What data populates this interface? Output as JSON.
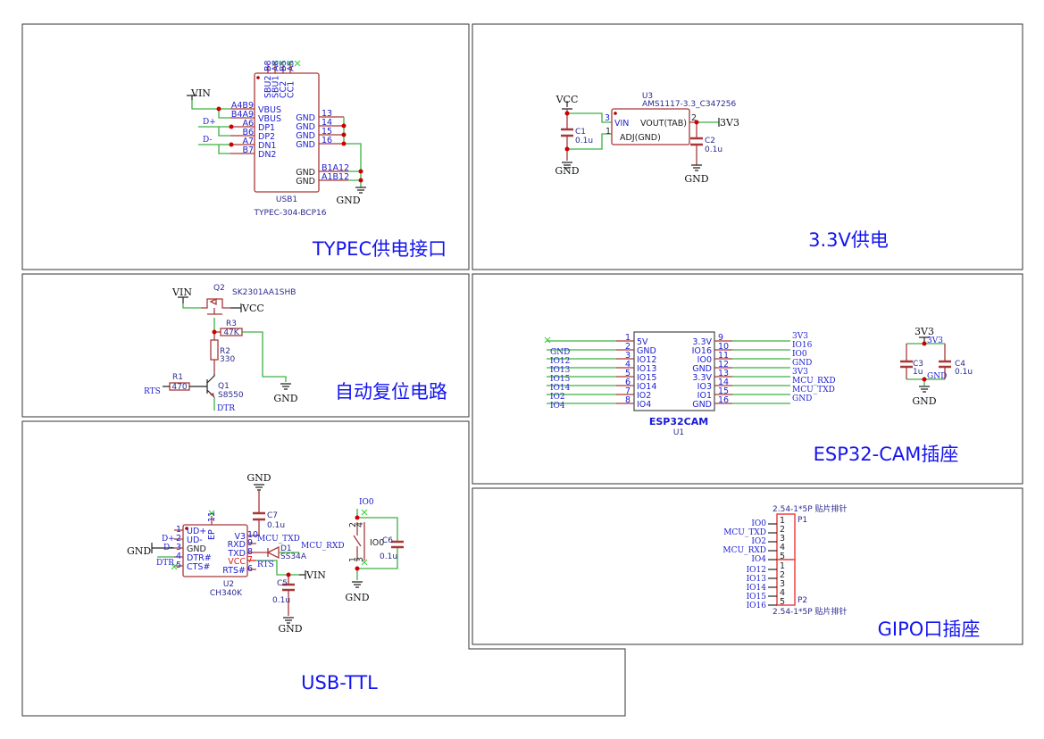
{
  "panels": {
    "typec": "TYPEC供电接口",
    "ldo": "3.3V供电",
    "reset": "自动复位电路",
    "esp": "ESP32-CAM插座",
    "usbttl": "USB-TTL",
    "gpio": "GIPO口插座"
  },
  "usb1": {
    "ref": "USB1",
    "value": "TYPEC-304-BCP16",
    "top_pins": [
      "B8",
      "A8",
      "B5",
      "A5"
    ],
    "top_names": [
      "SBU2",
      "SBU1",
      "CC2",
      "CC1"
    ],
    "left_nums": [
      "A4B9",
      "B4A9",
      "A6",
      "B6",
      "A7",
      "B7"
    ],
    "left_names": [
      "VBUS",
      "VBUS",
      "DP1",
      "DP2",
      "DN1",
      "DN2"
    ],
    "right_nums": [
      "13",
      "14",
      "15",
      "16",
      "B1A12",
      "A1B12"
    ],
    "right_names": [
      "GND",
      "GND",
      "GND",
      "GND",
      "GND",
      "GND"
    ],
    "nets": {
      "vin": "VIN",
      "dp": "D+",
      "dm": "D-",
      "gnd": "GND"
    }
  },
  "ldo": {
    "ref": "U3",
    "value": "AMS1117-3.3_C347256",
    "pin_vin_num": "3",
    "pin_adj_num": "1",
    "pin_out_num": "2",
    "pin_vin_name": "VIN",
    "pin_out_name": "VOUT(TAB)",
    "pin_adj_name": "ADJ(GND)",
    "c1": {
      "ref": "C1",
      "value": "0.1u"
    },
    "c2": {
      "ref": "C2",
      "value": "0.1u"
    },
    "nets": {
      "vcc": "VCC",
      "v33": "3V3",
      "gnd1": "GND",
      "gnd2": "GND"
    }
  },
  "reset": {
    "q2": {
      "ref": "Q2",
      "value": "SK2301AA1SHB"
    },
    "r3": {
      "ref": "R3",
      "value": "47K"
    },
    "r2": {
      "ref": "R2",
      "value": "330"
    },
    "r1": {
      "ref": "R1",
      "value": "470"
    },
    "q1": {
      "ref": "Q1",
      "value": "S8550"
    },
    "nets": {
      "vin": "VIN",
      "vcc": "VCC",
      "rts": "RTS",
      "dtr": "DTR",
      "gnd": "GND"
    }
  },
  "esp": {
    "ref": "U1",
    "value": "ESP32CAM",
    "left_nums": [
      "1",
      "2",
      "3",
      "4",
      "5",
      "6",
      "7",
      "8"
    ],
    "left_names": [
      "5V",
      "GND",
      "IO12",
      "IO13",
      "IO15",
      "IO14",
      "IO2",
      "IO4"
    ],
    "left_nets": [
      "GND",
      "IO12",
      "IO13",
      "IO15",
      "IO14",
      "IO2",
      "IO4"
    ],
    "right_nums": [
      "9",
      "10",
      "11",
      "12",
      "13",
      "14",
      "15",
      "16"
    ],
    "right_names": [
      "3.3V",
      "IO16",
      "IO0",
      "GND",
      "3.3V",
      "IO3",
      "IO1",
      "GND"
    ],
    "right_nets": [
      "3V3",
      "IO16",
      "IO0",
      "GND",
      "3V3",
      "MCU_RXD",
      "MCU_TXD",
      "GND"
    ],
    "c3": {
      "ref": "C3",
      "value": "1u"
    },
    "c4": {
      "ref": "C4",
      "value": "0.1u"
    },
    "cap_nets": {
      "v33": "3V3",
      "v33_small": "3V3",
      "gnd_small": "GND",
      "gnd": "GND"
    }
  },
  "usbttl": {
    "u2": {
      "ref": "U2",
      "value": "CH340K",
      "left_nums": [
        "1",
        "2",
        "3",
        "4",
        "5"
      ],
      "left_names": [
        "UD+",
        "UD-",
        "GND",
        "DTR#",
        "CTS#"
      ],
      "right_nums": [
        "10",
        "9",
        "8",
        "7",
        "6"
      ],
      "right_names": [
        "V3",
        "RXD",
        "TXD",
        "VCC",
        "RTS#"
      ],
      "ep_num": "11",
      "ep_name": "EP"
    },
    "c7": {
      "ref": "C7",
      "value": "0.1u"
    },
    "c5": {
      "ref": "C5",
      "value": "0.1u"
    },
    "c6": {
      "ref": "C6",
      "value": "0.1u"
    },
    "d1": {
      "ref": "D1",
      "value": "SS34A"
    },
    "sw": {
      "net_label": "IO0",
      "pins": [
        "2",
        "4",
        "1",
        "3"
      ]
    },
    "nets": {
      "gnd_top": "GND",
      "gnd_left": "GND",
      "dp": "D+",
      "dm": "D-",
      "dtr": "DTR",
      "mcu_txd": "MCU_TXD",
      "mcu_rxd": "MCU_RXD",
      "rts": "RTS",
      "vin": "VIN",
      "gnd_c5": "GND",
      "io0": "IO0",
      "gnd_sw": "GND"
    }
  },
  "gpio": {
    "p1": {
      "ref": "P1",
      "value": "2.54-1*5P 贴片排针",
      "nums": [
        "1",
        "2",
        "3",
        "4",
        "5"
      ],
      "nets": [
        "IO0",
        "MCU_TXD",
        "IO2",
        "MCU_RXD",
        "IO4"
      ]
    },
    "p2": {
      "ref": "P2",
      "value": "2.54-1*5P 贴片排针",
      "nums": [
        "1",
        "2",
        "3",
        "4",
        "5"
      ],
      "nets": [
        "IO12",
        "IO13",
        "IO14",
        "IO15",
        "IO16"
      ]
    }
  },
  "colors": {
    "wire": "#3cb043",
    "pin": "#a83838",
    "junction": "#cc0000",
    "title": "#1414f0",
    "pin_text": "#2020d0"
  }
}
